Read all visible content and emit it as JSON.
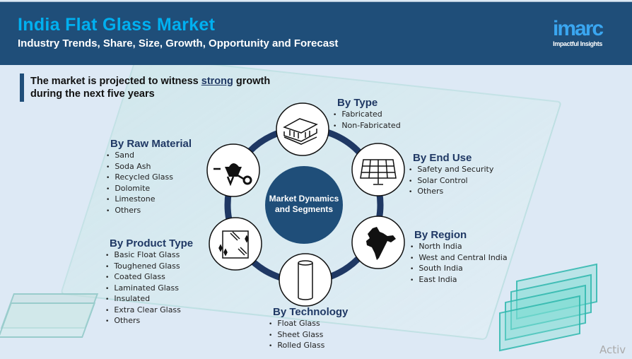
{
  "header": {
    "title": "India Flat Glass Market",
    "subtitle": "Industry Trends, Share, Size, Growth, Opportunity and Forecast",
    "logo_text": "imarc",
    "logo_tagline": "Impactful Insights"
  },
  "note": {
    "text_before": "The market is projected to witness ",
    "highlight": "strong",
    "text_after": " growth during the next five years"
  },
  "center": {
    "label": "Market Dynamics and Segments"
  },
  "segments": {
    "type": {
      "title": "By  Type",
      "icon": "glass-sheets-icon",
      "items": [
        "Fabricated",
        "Non-Fabricated"
      ]
    },
    "end_use": {
      "title": "By End Use",
      "icon": "solar-panel-icon",
      "items": [
        "Safety and Security",
        "Solar Control",
        "Others"
      ]
    },
    "region": {
      "title": "By Region",
      "icon": "india-map-icon",
      "items": [
        "North India",
        "West and Central India",
        "South India",
        "East India"
      ]
    },
    "technology": {
      "title": "By Technology",
      "icon": "cylinder-icon",
      "items": [
        "Float Glass",
        "Sheet Glass",
        "Rolled Glass"
      ]
    },
    "product_type": {
      "title": "By Product Type",
      "icon": "glass-pane-icon",
      "items": [
        "Basic Float Glass",
        "Toughened Glass",
        "Coated Glass",
        "Laminated Glass",
        "Insulated",
        "Extra Clear Glass",
        "Others"
      ]
    },
    "raw_material": {
      "title": "By Raw Material",
      "icon": "wheelbarrow-icon",
      "items": [
        "Sand",
        "Soda Ash",
        "Recycled Glass",
        "Dolomite",
        "Limestone",
        "Others"
      ]
    }
  },
  "watermark": "Activ",
  "colors": {
    "header": "#1f4e79",
    "accent": "#00b0f0",
    "background": "#dde9f5",
    "segment_title": "#1f3864"
  }
}
